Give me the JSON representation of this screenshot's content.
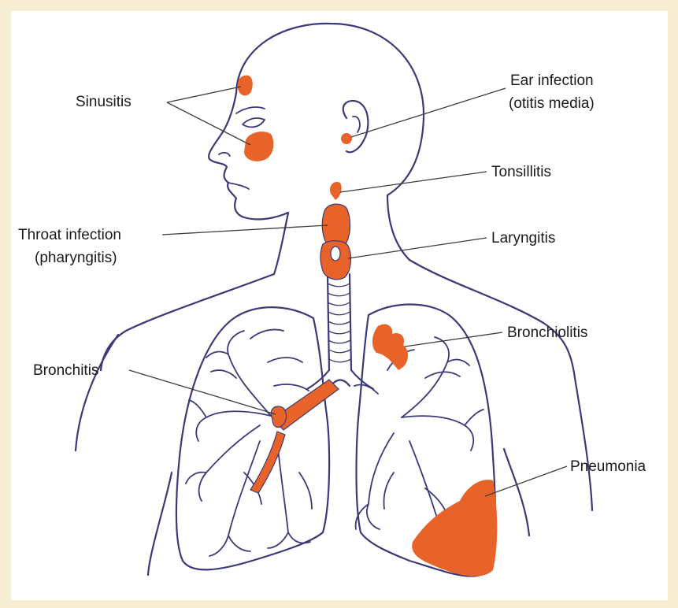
{
  "colors": {
    "background": "#f7edd2",
    "infection": "#e8632a",
    "outline": "#3b3a78"
  },
  "labels": {
    "sinusitis": "Sinusitis",
    "ear_infection_line1": "Ear infection",
    "ear_infection_line2": "(otitis media)",
    "tonsillitis": "Tonsillitis",
    "throat_infection_line1": "Throat infection",
    "throat_infection_line2": "(pharyngitis)",
    "laryngitis": "Laryngitis",
    "bronchiolitis": "Bronchiolitis",
    "bronchitis": "Bronchitis",
    "pneumonia": "Pneumonia"
  }
}
